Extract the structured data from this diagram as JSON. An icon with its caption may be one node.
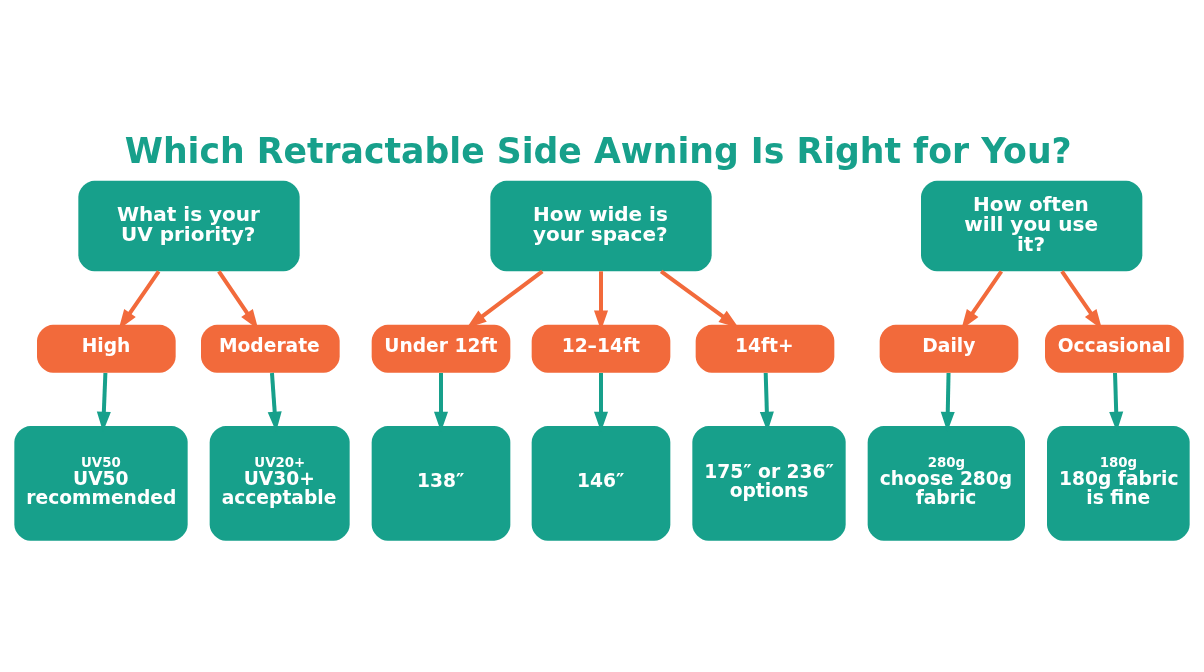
{
  "diagram": {
    "title": "Which Retractable Side Awning Is Right for You?",
    "nodes": [
      {
        "text": [
          "What is your UV priority?"
        ]
      },
      {
        "text": [
          "How wide is your space?"
        ]
      },
      {
        "text": [
          "How often will you use it?"
        ]
      },
      {
        "text": [
          "High"
        ]
      },
      {
        "text": [
          "Moderate"
        ]
      },
      {
        "text": [
          "Under 12ft"
        ]
      },
      {
        "text": [
          "12–14ft"
        ]
      },
      {
        "text": [
          "14ft+"
        ]
      },
      {
        "text": [
          "Daily"
        ]
      },
      {
        "text": [
          "Occasional"
        ]
      },
      {
        "text": [
          "UV50",
          "UV50 recommended"
        ]
      },
      {
        "text": [
          "UV20+",
          "UV30+ acceptable"
        ]
      },
      {
        "text": [
          "138″"
        ]
      },
      {
        "text": [
          "146″"
        ]
      },
      {
        "text": [
          "175″ or 236″ options"
        ]
      },
      {
        "text": [
          "280g",
          "choose 280g fabric"
        ]
      },
      {
        "text": [
          "180g",
          "180g fabric is fine"
        ]
      }
    ],
    "edges": [
      {
        "from": 0,
        "to": 3,
        "arrow": "to",
        "color": "#f26a3b"
      },
      {
        "from": 0,
        "to": 4,
        "arrow": "to",
        "color": "#f26a3b"
      },
      {
        "from": 1,
        "to": 5,
        "arrow": "to",
        "color": "#f26a3b"
      },
      {
        "from": 1,
        "to": 6,
        "arrow": "to",
        "color": "#f26a3b"
      },
      {
        "from": 1,
        "to": 7,
        "arrow": "to",
        "color": "#f26a3b"
      },
      {
        "from": 2,
        "to": 8,
        "arrow": "to",
        "color": "#f26a3b"
      },
      {
        "from": 2,
        "to": 9,
        "arrow": "to",
        "color": "#f26a3b"
      },
      {
        "from": 3,
        "to": 10,
        "arrow": "to",
        "color": "#17a08b"
      },
      {
        "from": 4,
        "to": 11,
        "arrow": "to",
        "color": "#17a08b"
      },
      {
        "from": 5,
        "to": 12,
        "arrow": "to",
        "color": "#17a08b"
      },
      {
        "from": 6,
        "to": 13,
        "arrow": "to",
        "color": "#17a08b"
      },
      {
        "from": 7,
        "to": 14,
        "arrow": "to",
        "color": "#17a08b"
      },
      {
        "from": 8,
        "to": 15,
        "arrow": "to",
        "color": "#17a08b"
      },
      {
        "from": 9,
        "to": 16,
        "arrow": "to",
        "color": "#17a08b"
      }
    ]
  }
}
